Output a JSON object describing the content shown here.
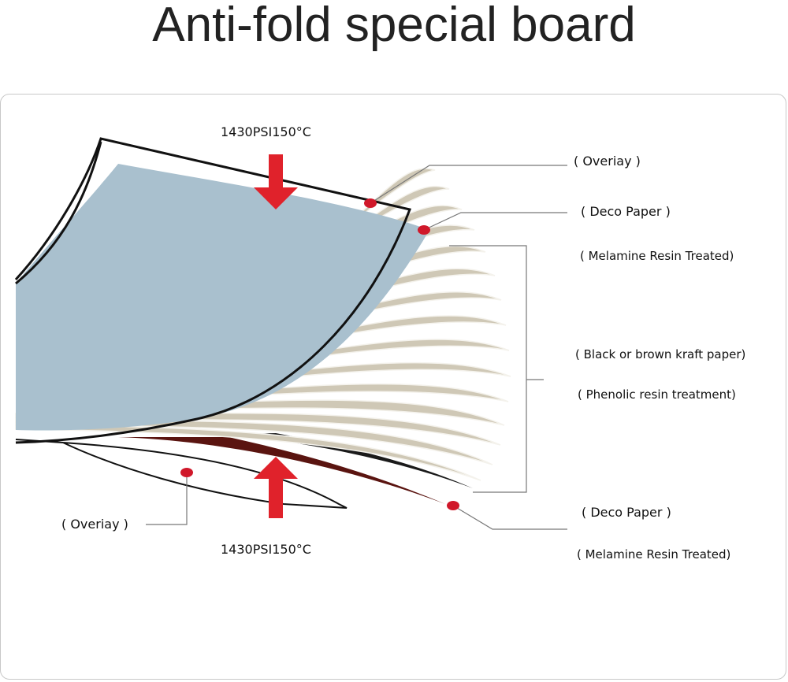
{
  "title": "Anti-fold special board",
  "labels": {
    "pressure_top": "1430PSI150°C",
    "pressure_bottom": "1430PSI150°C",
    "overlay_top": "( Overiay )",
    "deco_top": "( Deco Paper )",
    "melamine_top": "( Melamine Resin Treated)",
    "kraft": "( Black or brown kraft paper)",
    "phenolic": "( Phenolic resin treatment)",
    "overlay_bottom": "( Overiay )",
    "deco_bottom": "( Deco Paper )",
    "melamine_bottom": "( Melamine Resin Treated)"
  },
  "colors": {
    "arrow": "#e0222b",
    "blue_sheet": "#a9c0ce",
    "kraft_sheet": "#c9c2ae",
    "dark_sheet": "#5a1410",
    "leader": "#777777",
    "dot": "#d0182a"
  }
}
